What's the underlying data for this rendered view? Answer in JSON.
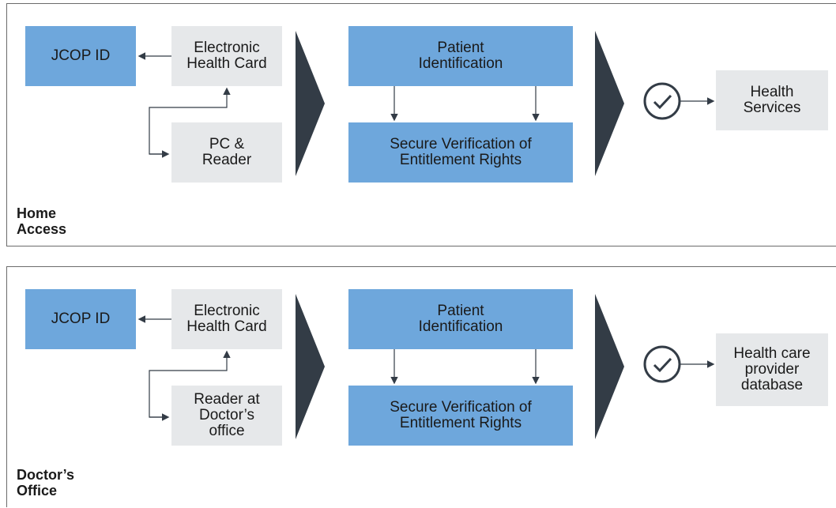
{
  "panels": [
    {
      "label": [
        "Home",
        "Access"
      ],
      "jcop": "JCOP ID",
      "card": [
        "Electronic",
        "Health Card"
      ],
      "reader": [
        "PC &",
        "Reader"
      ],
      "patient": [
        "Patient",
        "Identification"
      ],
      "verify": [
        "Secure Verification of",
        "Entitlement Rights"
      ],
      "result": [
        "Health",
        "Services"
      ]
    },
    {
      "label": [
        "Doctor’s",
        "Office"
      ],
      "jcop": "JCOP ID",
      "card": [
        "Electronic",
        "Health Card"
      ],
      "reader": [
        "Reader at",
        "Doctor’s",
        "office"
      ],
      "patient": [
        "Patient",
        "Identification"
      ],
      "verify": [
        "Secure Verification of",
        "Entitlement Rights"
      ],
      "result": [
        "Health care",
        "provider",
        "database"
      ]
    }
  ],
  "colors": {
    "blue_box": "#6ea7dc",
    "gray_box": "#e6e8ea",
    "chevron": "#333c46",
    "border": "#6b6b6b"
  },
  "icons": {
    "check": "check-circle-icon",
    "chevron": "chevron-right-icon"
  }
}
